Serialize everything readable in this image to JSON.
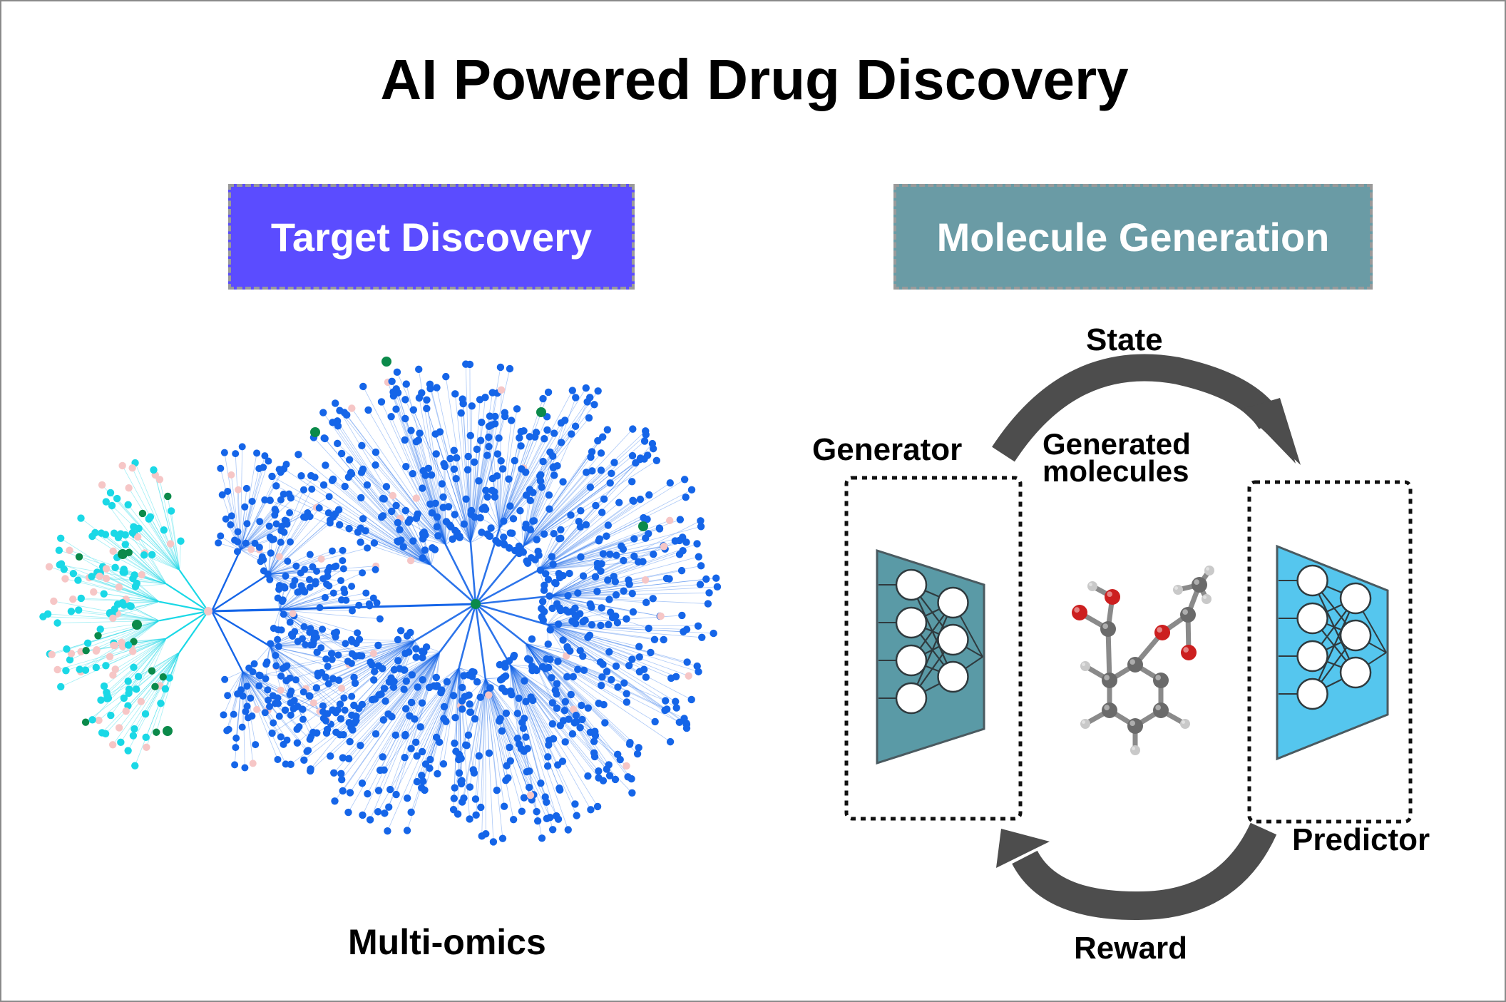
{
  "title": "AI Powered Drug Discovery",
  "left_panel": {
    "box_label": "Target Discovery",
    "box_color": "#5b4cff",
    "caption": "Multi-omics",
    "network_node_colors": {
      "main": "#1565e8",
      "secondary": "#1ad8e6",
      "hub": "#0b8a4a",
      "highlight": "#f6c6c6"
    }
  },
  "right_panel": {
    "box_label": "Molecule Generation",
    "box_color": "#6a9ba5",
    "labels": {
      "state": "State",
      "generator": "Generator",
      "generated_line1": "Generated",
      "generated_line2": "molecules",
      "predictor": "Predictor",
      "reward": "Reward"
    },
    "generator_net_color": "#5a9aa6",
    "predictor_net_color": "#55c6ee",
    "arrow_color": "#4d4d4d"
  }
}
